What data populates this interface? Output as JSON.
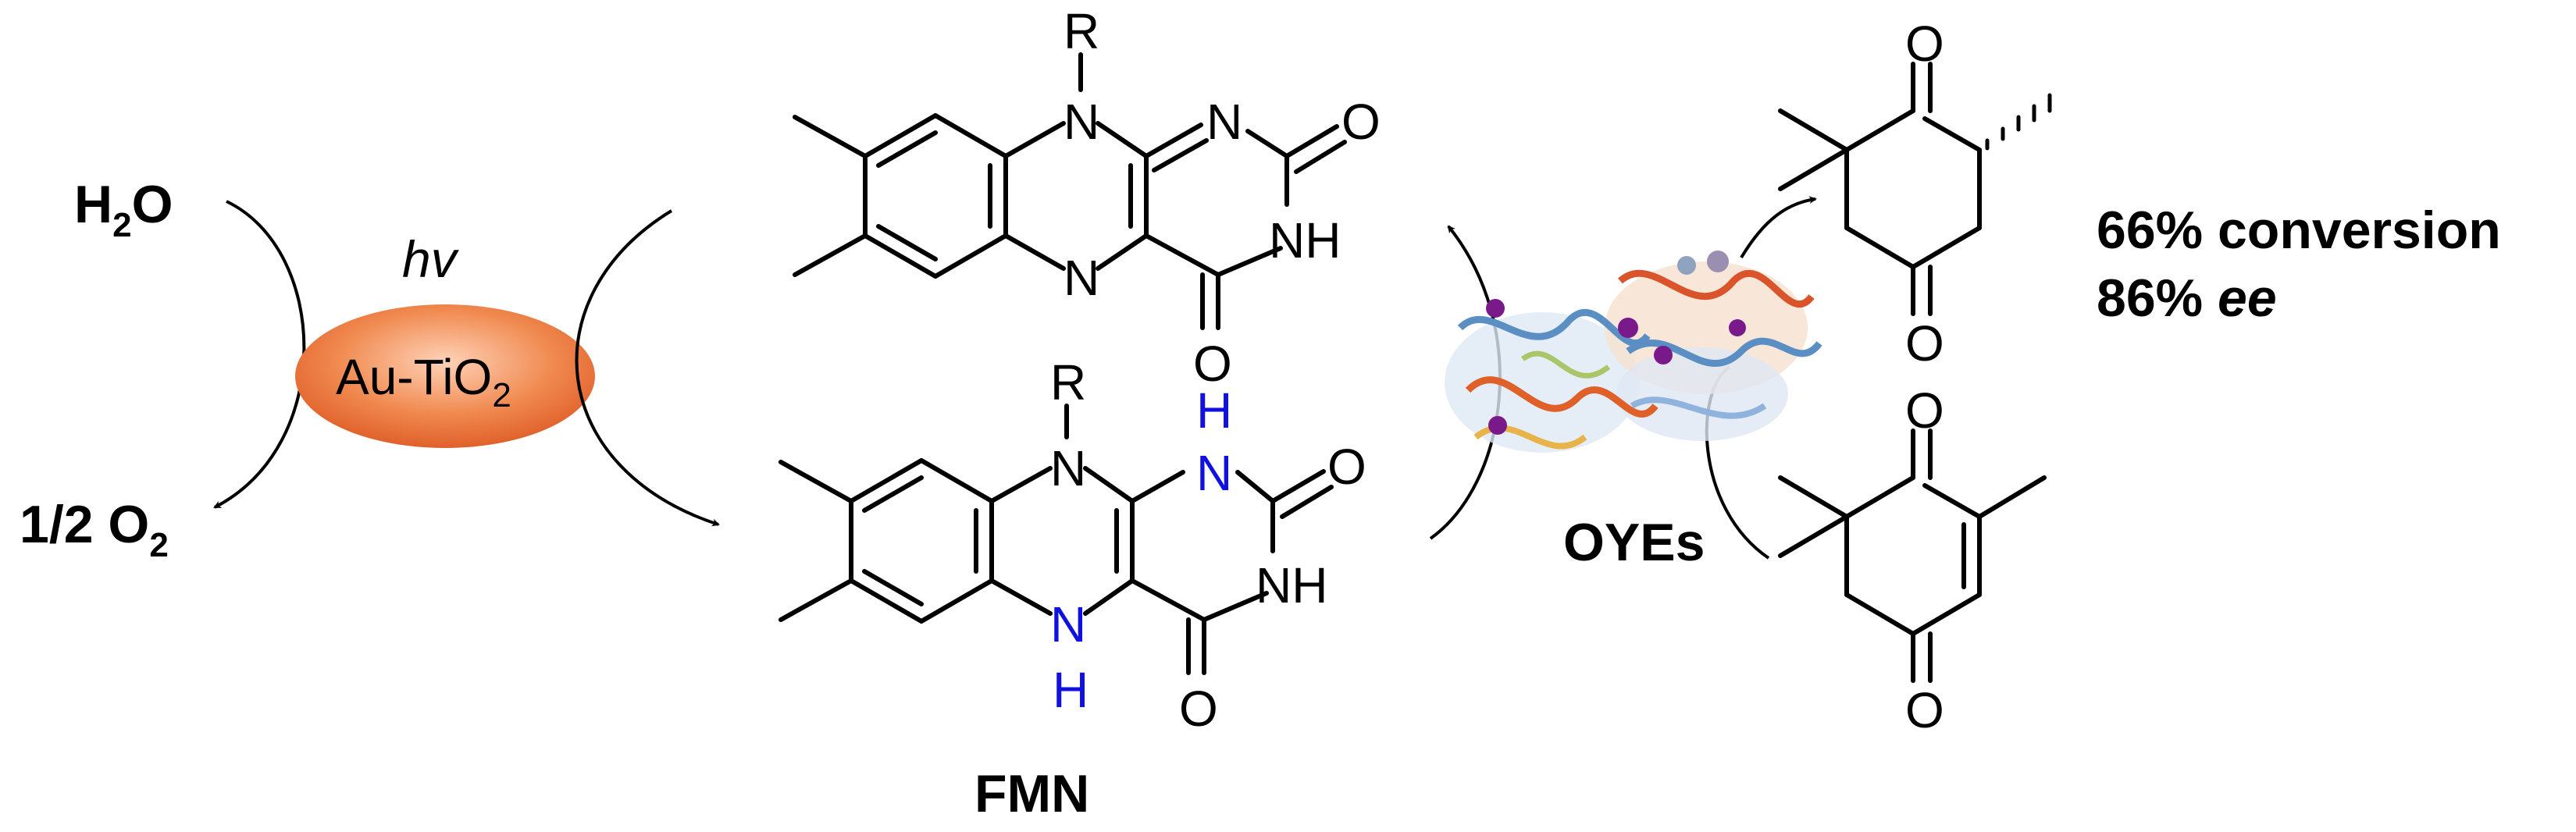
{
  "water": {
    "main": "H",
    "sub": "2",
    "tail": "O"
  },
  "oxygen": {
    "main": "1/2 O",
    "sub": "2"
  },
  "light": "hv",
  "catalyst": {
    "main": "Au-TiO",
    "sub": "2",
    "color": "#f08a50"
  },
  "atoms": {
    "R": "R",
    "N": "N",
    "O": "O",
    "NH": "NH",
    "H": "H"
  },
  "cofactor_label": "FMN",
  "enzyme_label": "OYEs",
  "product_stats": {
    "conversion": "66% conversion",
    "ee_value": "86% ",
    "ee_unit": "ee"
  },
  "colors": {
    "reduced_nh": "#1010e0",
    "enzyme_orange": "#e0602a",
    "enzyme_blue": "#5b8fc4",
    "enzyme_purple": "#7a1a8a"
  }
}
